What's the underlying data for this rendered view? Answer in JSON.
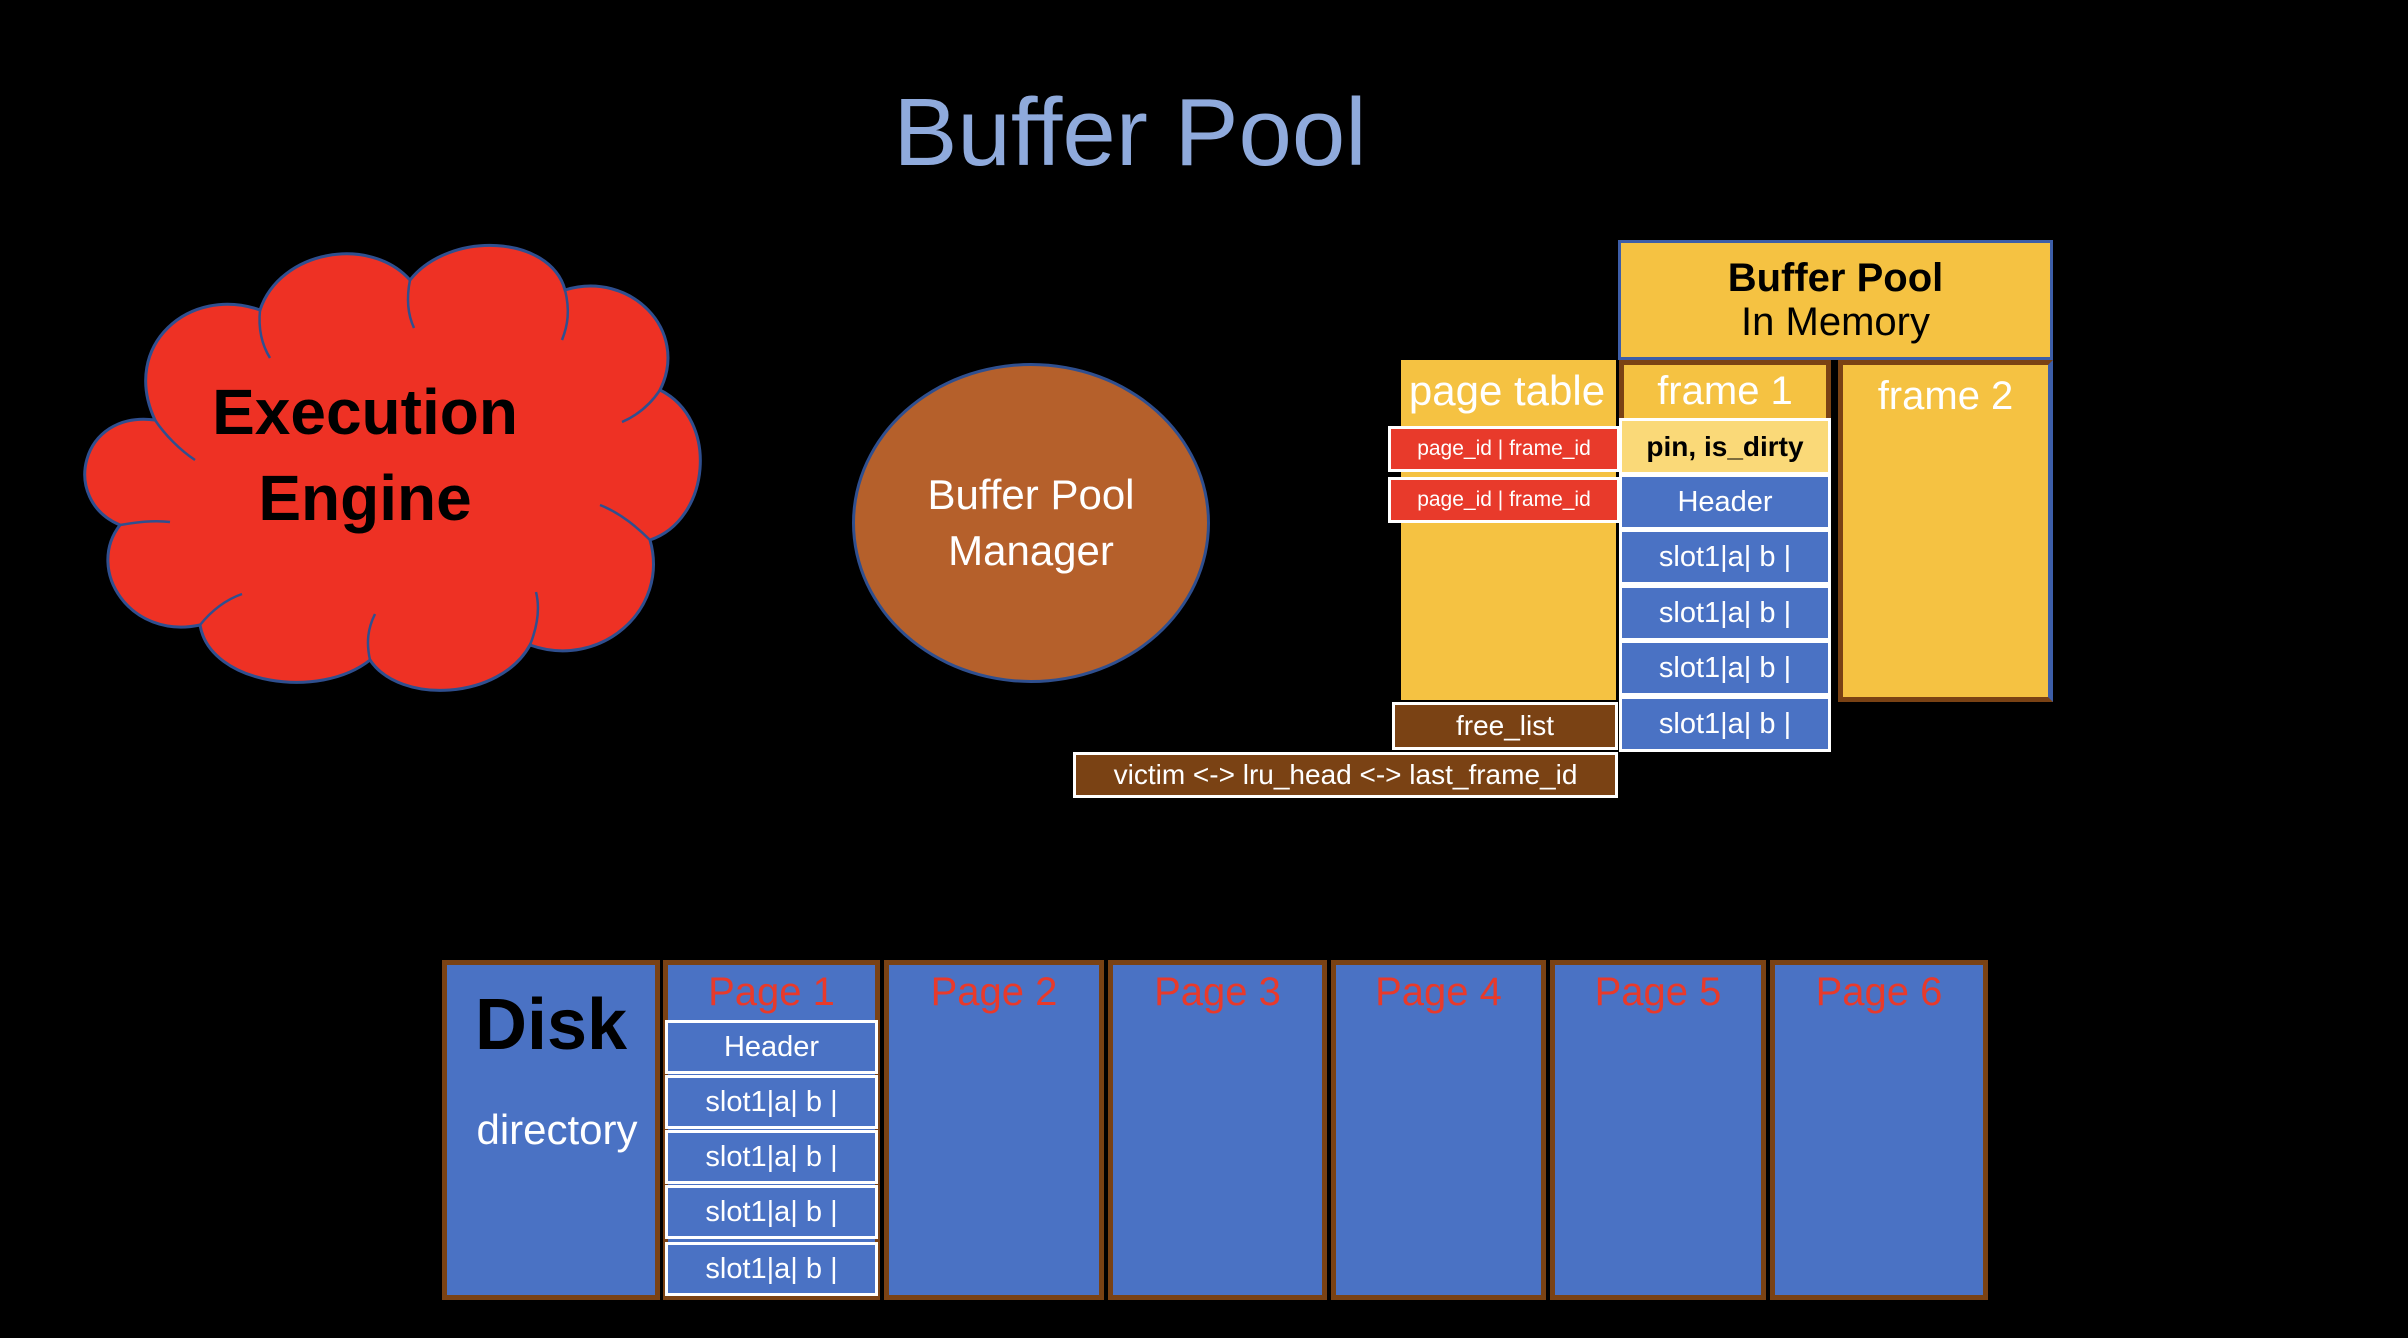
{
  "title": "Buffer Pool",
  "execution_engine": {
    "label": "Execution\nEngine"
  },
  "buffer_pool_manager": {
    "label": "Buffer Pool\nManager"
  },
  "buffer_pool": {
    "title": "Buffer Pool",
    "subtitle": "In Memory",
    "page_table": {
      "label": "page table",
      "entries": [
        "page_id | frame_id",
        "page_id | frame_id"
      ]
    },
    "free_list": "free_list",
    "lru": "victim <-> lru_head <-> last_frame_id",
    "frames": [
      {
        "label": "frame 1",
        "meta": "pin, is_dirty",
        "header": "Header",
        "slots": [
          "slot1|a|  b  |",
          "slot1|a|  b  |",
          "slot1|a|  b  |",
          "slot1|a|  b  |"
        ]
      },
      {
        "label": "frame 2"
      }
    ]
  },
  "disk": {
    "title": "Disk",
    "directory": "directory",
    "pages": [
      {
        "label": "Page 1",
        "header": "Header",
        "slots": [
          "slot1|a|  b  |",
          "slot1|a|  b  |",
          "slot1|a|  b  |",
          "slot1|a|  b  |"
        ]
      },
      {
        "label": "Page 2"
      },
      {
        "label": "Page 3"
      },
      {
        "label": "Page 4"
      },
      {
        "label": "Page 5"
      },
      {
        "label": "Page 6"
      }
    ]
  },
  "colors": {
    "background": "#000000",
    "title": "#8faadc",
    "cloud": "#ee3124",
    "manager": "#b5602b",
    "memory": "#f5c242",
    "page_table_entry": "#e83a2b",
    "brown": "#7a4214",
    "blue": "#4a72c4",
    "page_label": "#e83a2b"
  }
}
